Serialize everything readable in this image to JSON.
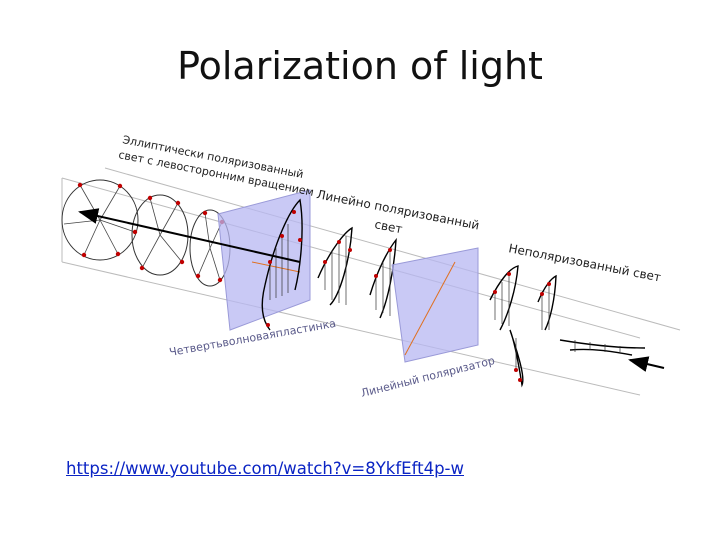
{
  "title": "Polarization of light",
  "labels": {
    "elliptical_line1": "Эллиптически поляризованный",
    "elliptical_line2": "свет с левосторонним вращением",
    "linear_line1": "Линейно поляризованный",
    "linear_line2": "свет",
    "unpolarized": "Неполяризованный свет",
    "quarter_wave": "Четвертьволноваяпластинка",
    "linear_polarizer": "Линейный поляризатор"
  },
  "link": {
    "text": "https://www.youtube.com/watch?v=8YkfEft4p-w"
  },
  "colors": {
    "plate": "#b7b7f2",
    "wave": "#000000",
    "dot": "#c00000",
    "plate_label": "#5a5a8a",
    "axis_orange": "#e07020",
    "link": "#0b24c4"
  },
  "icons": {
    "beam_arrow": "left-arrow-icon",
    "incoming_arrow": "left-arrow-icon"
  }
}
